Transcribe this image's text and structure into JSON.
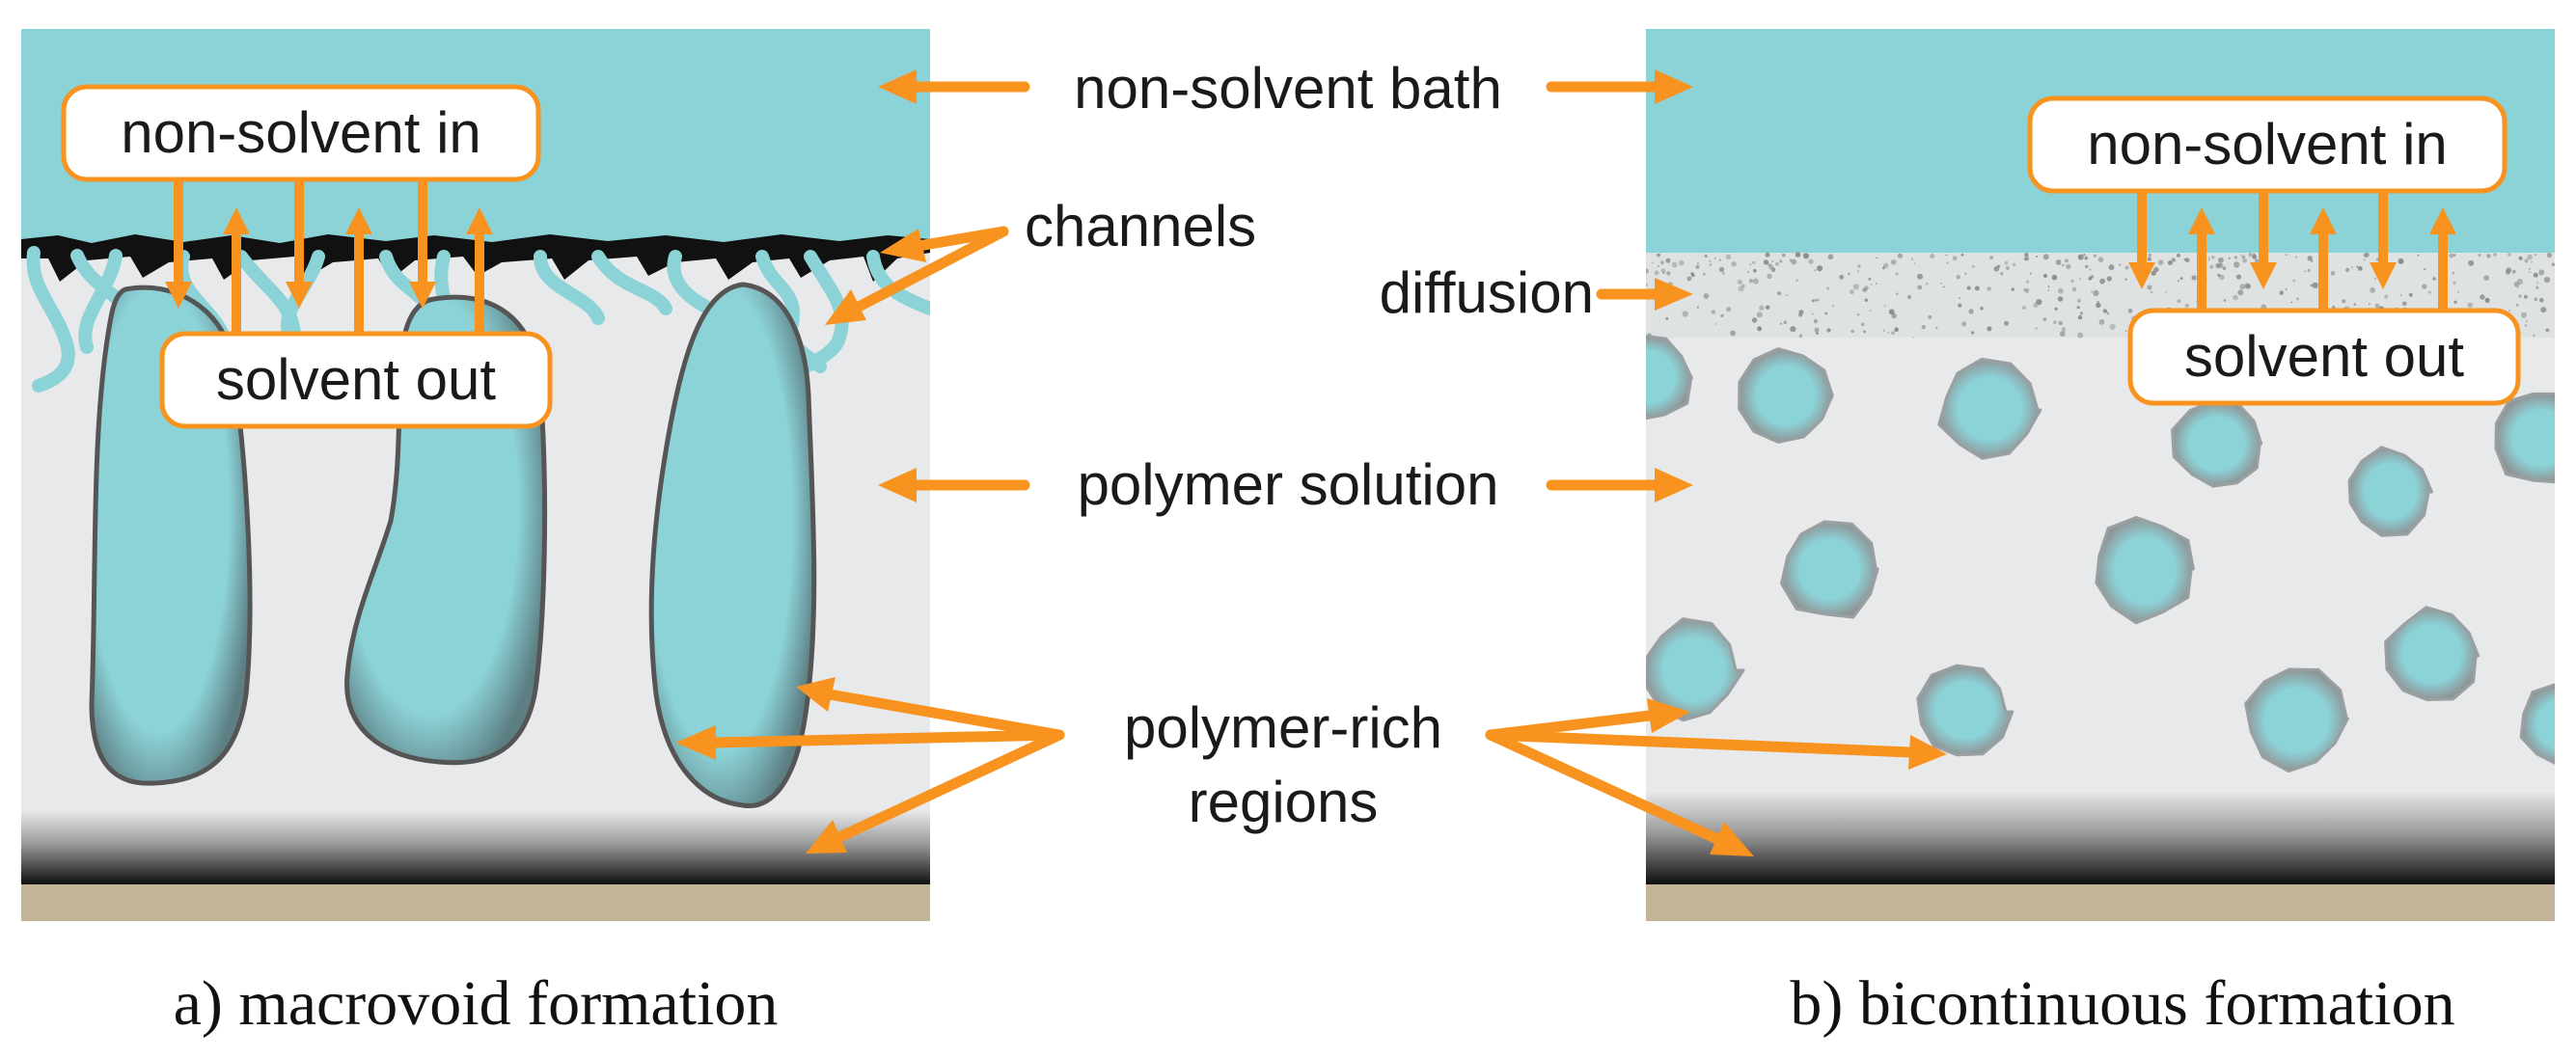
{
  "colors": {
    "bath": "#8cd3d8",
    "polymer_solution": "#e8e9eb",
    "substrate": "#c3b59a",
    "arrow": "#f7931e",
    "box_border": "#f7931e",
    "outline": "#555555"
  },
  "left_panel": {
    "nonsolvent_in": "non-solvent in",
    "solvent_out": "solvent out",
    "caption": "a) macrovoid formation"
  },
  "right_panel": {
    "nonsolvent_in": "non-solvent in",
    "solvent_out": "solvent out",
    "caption": "b) bicontinuous formation"
  },
  "center_labels": {
    "nonsolvent_bath": "non-solvent bath",
    "channels": "channels",
    "diffusion": "diffusion",
    "polymer_solution": "polymer solution",
    "polymer_rich_line1": "polymer-rich",
    "polymer_rich_line2": "regions"
  }
}
